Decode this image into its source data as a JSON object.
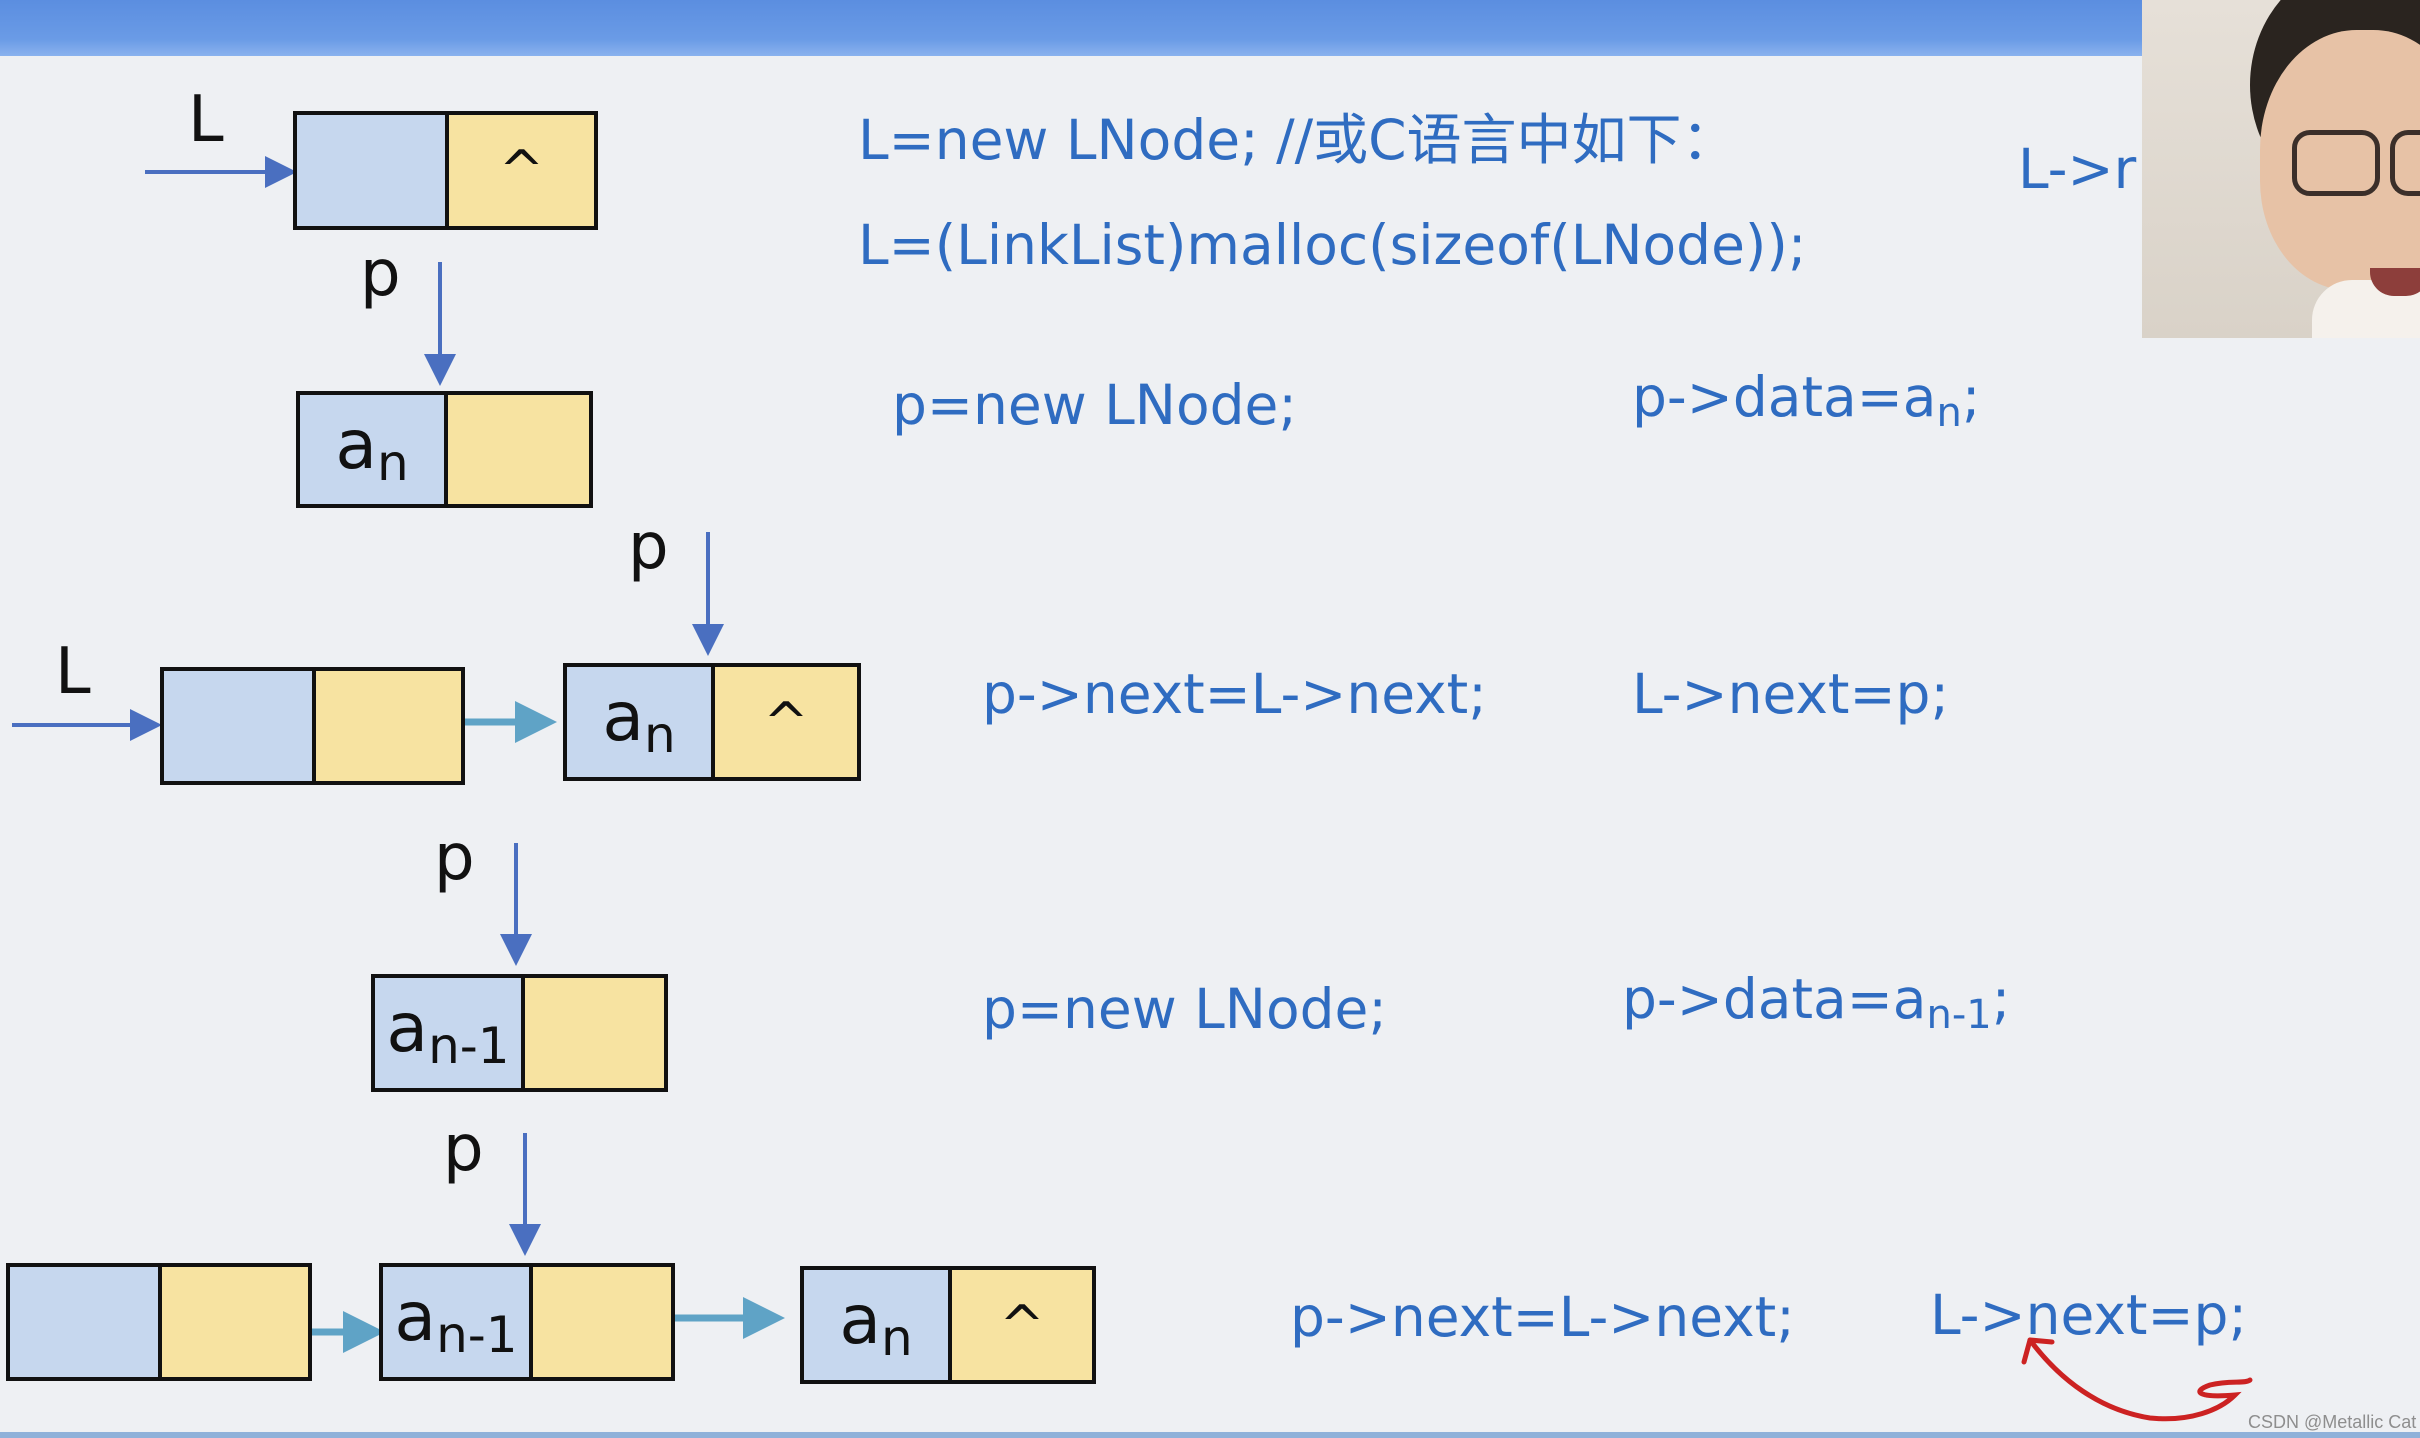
{
  "slide": {
    "code": {
      "line1": "L=new LNode; //或C语言中如下：",
      "line2": "L=(LinkList)malloc(sizeof(LNode));",
      "cut_text": "L->r",
      "step1_new": "p=new LNode;",
      "step1_data_prefix": "p->data=a",
      "step1_data_sub": "n",
      "step1_data_suffix": ";",
      "step2_link": "p->next=L->next;",
      "step2_head": "L->next=p;",
      "step3_new": "p=new LNode;",
      "step3_data_prefix": "p->data=a",
      "step3_data_sub": "n-1",
      "step3_data_suffix": ";",
      "step4_link": "p->next=L->next;",
      "step4_head": "L->next=p;"
    },
    "diagram": {
      "head_label": "L",
      "pointer_label": "p",
      "null_symbol": "^",
      "elem_letter": "a",
      "sub_n": "n",
      "sub_n1": "n-1"
    },
    "watermark": "CSDN @Metallic Cat"
  },
  "colors": {
    "code_text": "#2f6cc1",
    "data_cell": "#c6d7ee",
    "next_cell": "#f7e3a1",
    "pointer_arrow": "#4a6fc0",
    "link_arrow": "#5fa3c6",
    "annotation": "#cc2222",
    "title_bar": "#5b8ee0"
  }
}
